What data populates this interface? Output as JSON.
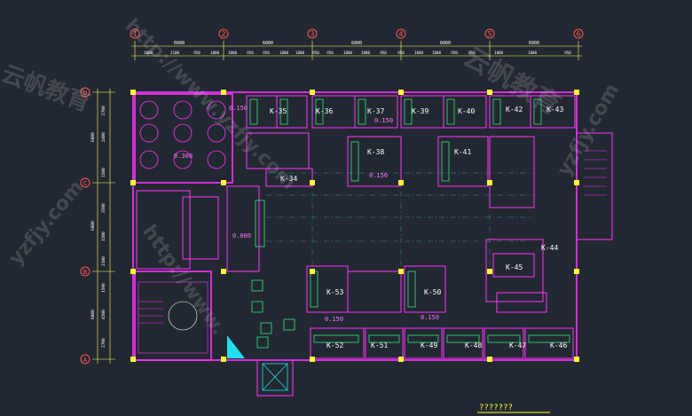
{
  "drawing": {
    "title": "???????",
    "colors": {
      "background": "#222831",
      "wall": "#ff33ff",
      "column": "#ffff33",
      "dimension": "#ffff66",
      "axis": "#ff5555",
      "fixture": "#33ff88",
      "grid_line": "#4ab0c8",
      "text": "#ffffff",
      "label": "#ff77ff",
      "cyan": "#22ddee"
    },
    "grid_x": [
      "1",
      "2",
      "3",
      "4",
      "5",
      "6"
    ],
    "grid_y": [
      "A",
      "B",
      "C",
      "D"
    ],
    "top_dims": [
      "6000",
      "6000",
      "6000",
      "6000",
      "6000"
    ],
    "top_subdims": [
      "1800",
      "2100",
      "950",
      "1800",
      "1800",
      "950",
      "950",
      "1800",
      "1800",
      "950",
      "950",
      "1800",
      "1800",
      "950",
      "950",
      "1800",
      "1800",
      "950",
      "950",
      "1800",
      "1800",
      "950"
    ],
    "left_dims": [
      "5700",
      "2400",
      "1500",
      "3500",
      "1500",
      "2100",
      "1500",
      "4500",
      "2700"
    ],
    "left_totals": [
      "6000",
      "6000",
      "6000"
    ],
    "room_labels": {
      "top": [
        "K-35",
        "K-36",
        "K-37",
        "K-39",
        "K-40",
        "K-42",
        "K-43"
      ],
      "middle": [
        "K-38",
        "K-41",
        "K-34",
        "K-44",
        "K-45"
      ],
      "lower": [
        "K-53",
        "K-50"
      ],
      "bottom": [
        "K-52",
        "K-51",
        "K-49",
        "K-48",
        "K-47",
        "K-46"
      ]
    },
    "levels": [
      "0.150",
      "0.300",
      "0.000",
      "0.150",
      "0.150",
      "0.150",
      "0.150"
    ]
  },
  "watermarks": [
    "yzfjy.com",
    "http://www.yzfjy.com",
    "云帆教育",
    "http://www.",
    "yzfjy.com",
    "云帆教育"
  ]
}
